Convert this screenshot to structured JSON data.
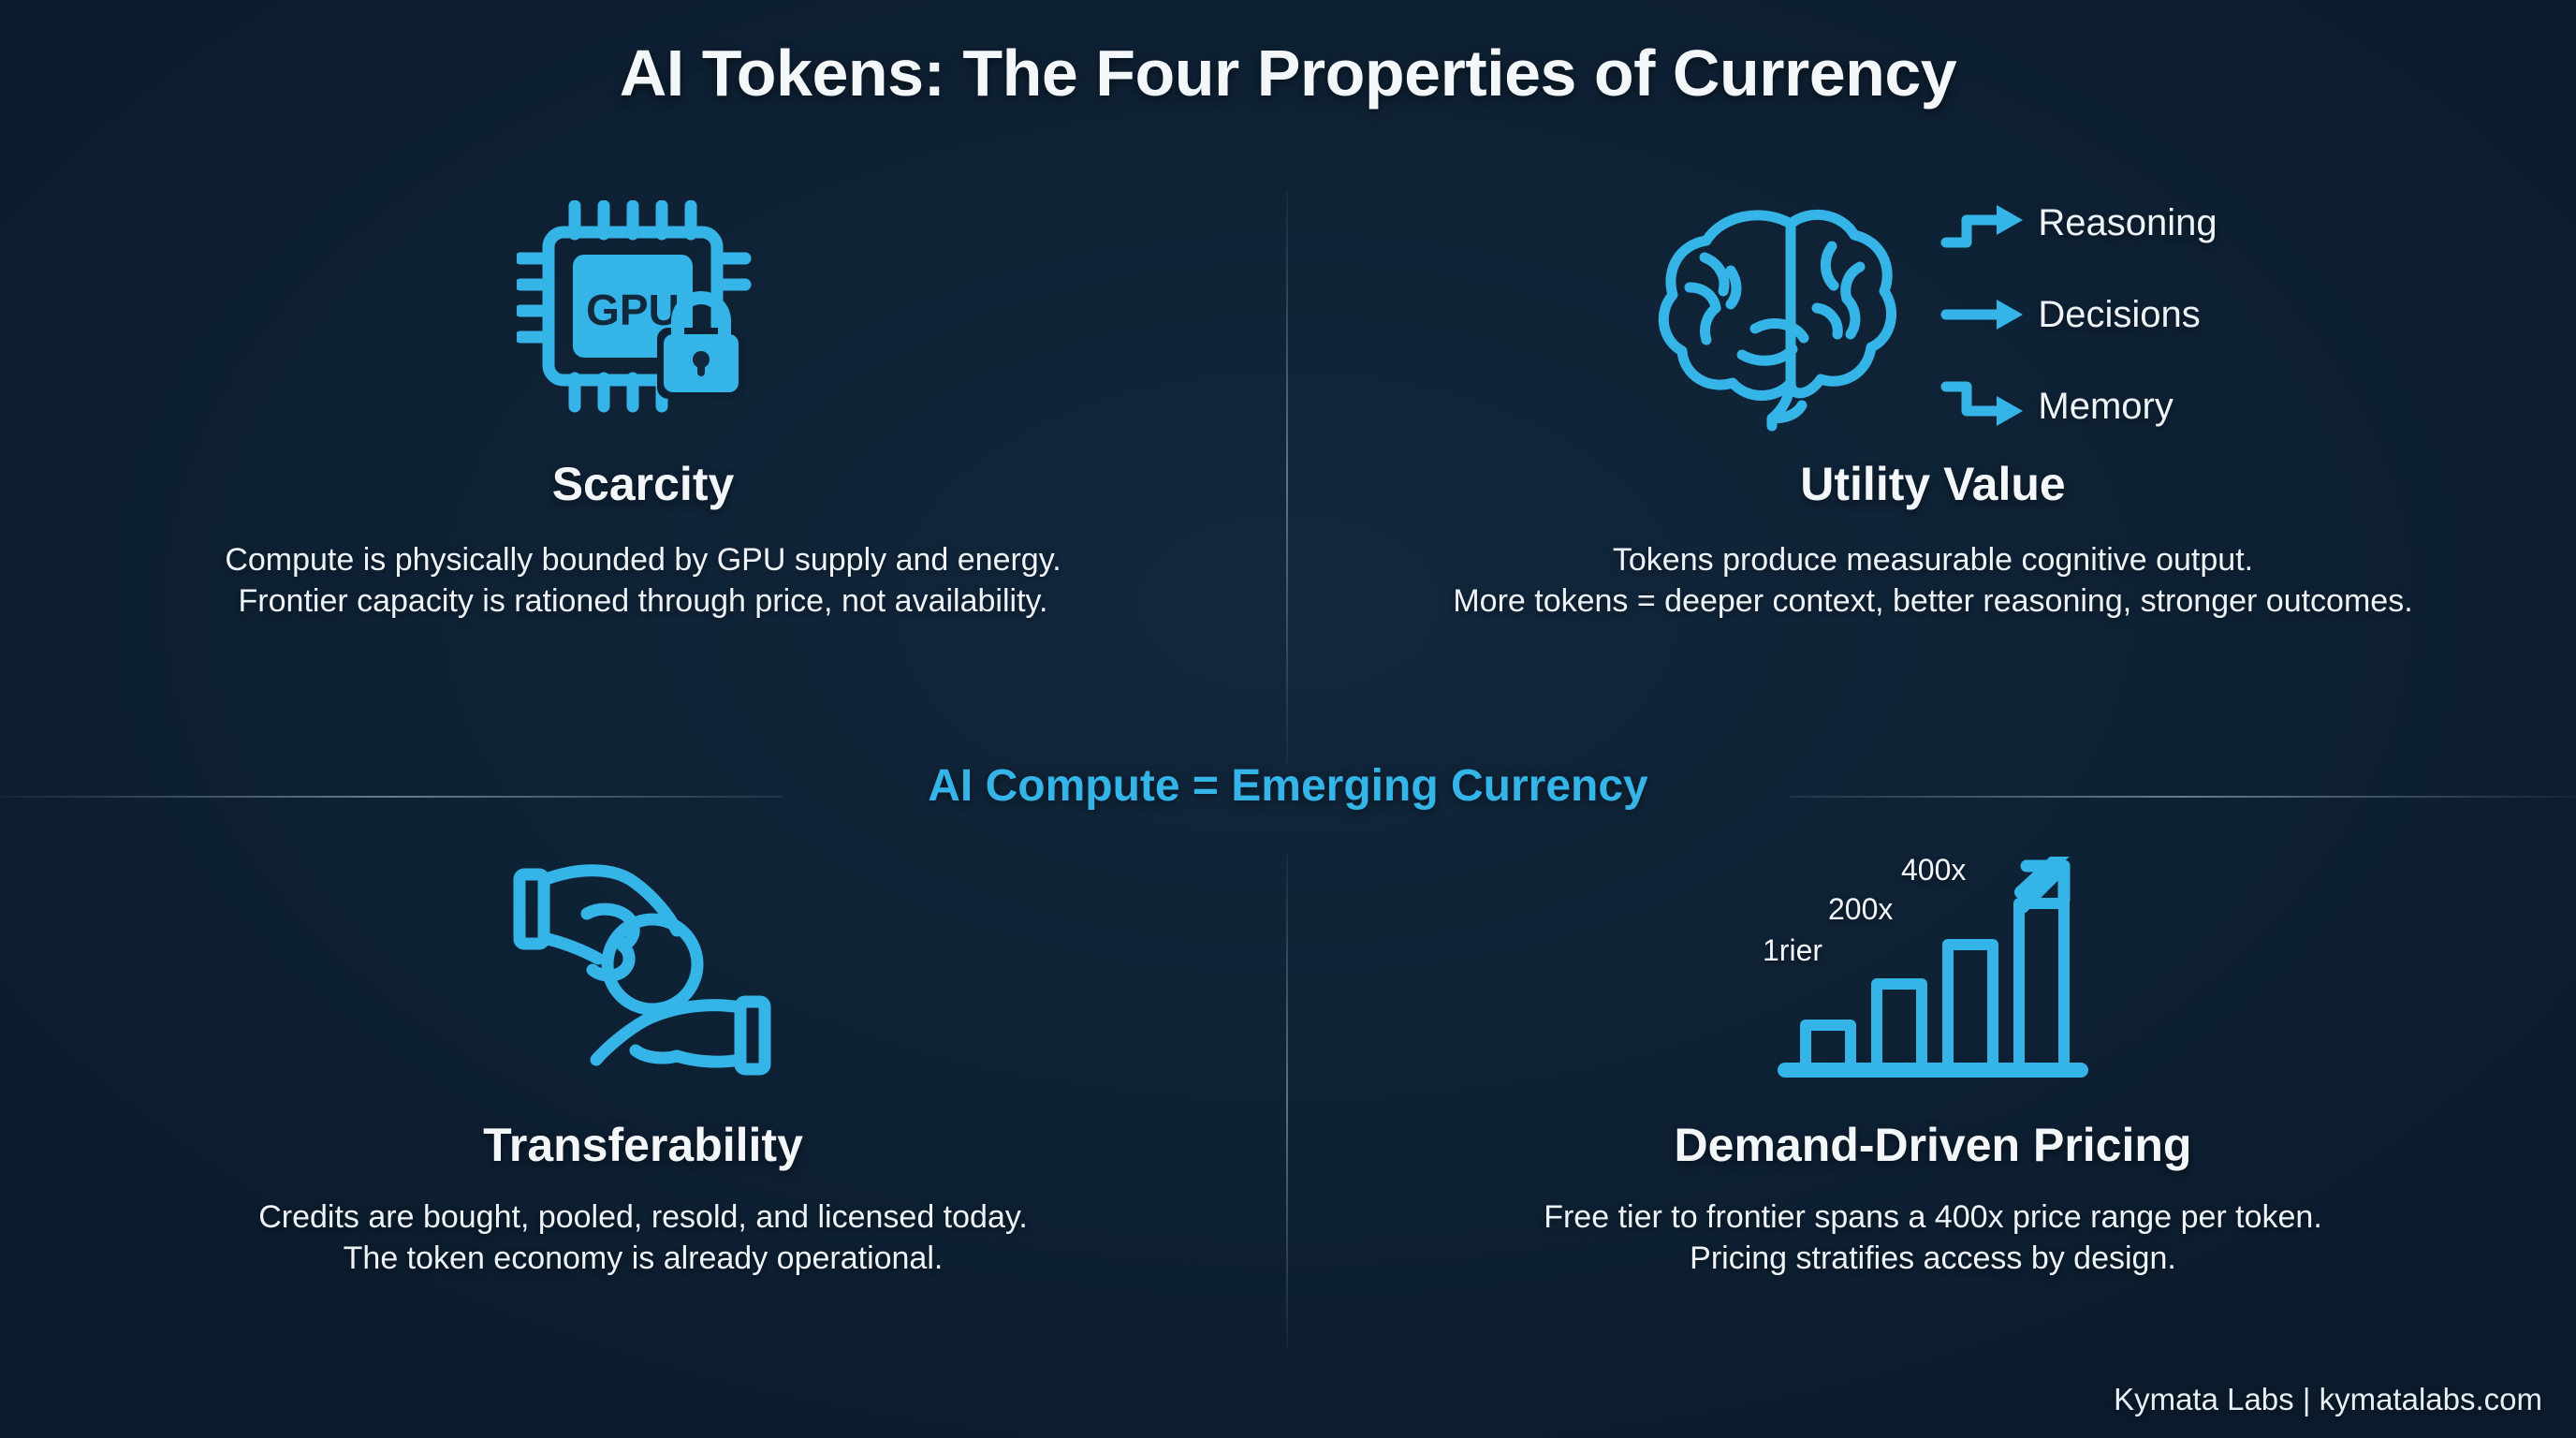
{
  "title": "AI Tokens: The Four Properties of Currency",
  "center_band": {
    "label": "AI Compute = Emerging Currency"
  },
  "colors": {
    "background": "#0e2134",
    "accent_cyan": "#35b4e8",
    "text_primary": "#f4f7fa",
    "divider": "#a5b9cd"
  },
  "quadrants": [
    {
      "id": "scarcity",
      "icon": "gpu-chip-lock-icon",
      "title": "Scarcity",
      "body_line1": "Compute is physically bounded by GPU supply and energy.",
      "body_line2": "Frontier capacity is rationed through price, not availability.",
      "icon_label": "GPU"
    },
    {
      "id": "utility-value",
      "icon": "brain-outputs-icon",
      "title": "Utility Value",
      "body_line1": "Tokens produce measurable cognitive output.",
      "body_line2": "More tokens = deeper context, better reasoning, stronger outcomes.",
      "outputs": [
        "Reasoning",
        "Decisions",
        "Memory"
      ]
    },
    {
      "id": "transferability",
      "icon": "hands-exchange-coin-icon",
      "title": "Transferability",
      "body_line1": "Credits are bought, pooled, resold, and licensed today.",
      "body_line2": "The token economy is already operational."
    },
    {
      "id": "demand-driven-pricing",
      "icon": "growth-bar-chart-icon",
      "title": "Demand-Driven Pricing",
      "body_line1": "Free tier to frontier spans a 400x price range per token.",
      "body_line2": "Pricing stratifies access by design."
    }
  ],
  "chart_data": {
    "type": "bar",
    "title": "Demand-Driven Pricing",
    "categories": [
      "1rier",
      "",
      "200x",
      "400x"
    ],
    "values": [
      1,
      2.6,
      4.2,
      5.6
    ],
    "labels": [
      "1rier",
      "200x",
      "400x"
    ],
    "ylabel": "",
    "xlabel": "",
    "ylim": [
      0,
      6
    ],
    "grid": false,
    "legend": "none",
    "annotation": "upward-trend-arrow",
    "note": "Outlined bars on solid baseline, increasing left to right, with rising arrow above tallest bar."
  },
  "footer": {
    "text": "Kymata Labs | kymatalabs.com"
  }
}
